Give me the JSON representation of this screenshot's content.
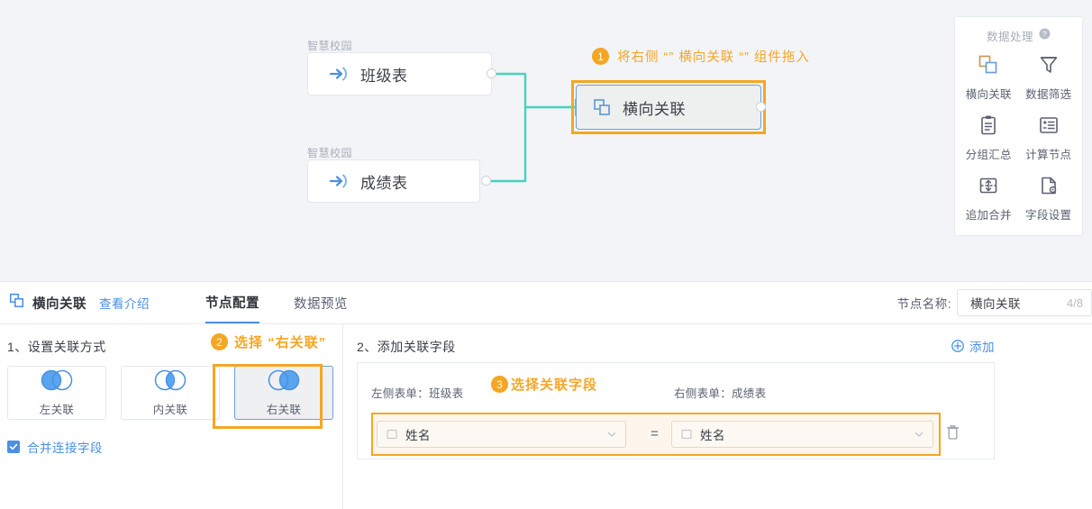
{
  "canvas": {
    "nodes": [
      {
        "caption": "智慧校园",
        "label": "班级表",
        "icon": "import-arrow-icon"
      },
      {
        "caption": "智慧校园",
        "label": "成绩表",
        "icon": "import-arrow-icon"
      }
    ],
    "process_node": {
      "label": "横向关联",
      "icon": "horizontal-join-icon"
    },
    "annotation1": {
      "badge": "1",
      "text": "将右侧 “” 横向关联 “” 组件拖入"
    }
  },
  "tools_panel": {
    "title": "数据处理",
    "help_icon": "help-icon",
    "items": [
      {
        "label": "横向关联",
        "icon": "horizontal-join-icon"
      },
      {
        "label": "数据筛选",
        "icon": "filter-funnel-icon"
      },
      {
        "label": "分组汇总",
        "icon": "clipboard-icon"
      },
      {
        "label": "计算节点",
        "icon": "calculate-list-icon"
      },
      {
        "label": "追加合并",
        "icon": "append-merge-icon"
      },
      {
        "label": "字段设置",
        "icon": "document-gear-icon"
      }
    ]
  },
  "bottom": {
    "header": {
      "icon": "horizontal-join-icon",
      "title": "横向关联",
      "intro_link": "查看介绍",
      "tabs": [
        {
          "label": "节点配置",
          "active": true
        },
        {
          "label": "数据预览",
          "active": false
        }
      ],
      "node_name_label": "节点名称:",
      "node_name_value": "横向关联",
      "node_name_count": "4/8"
    },
    "section1": {
      "title": "1、设置关联方式",
      "annotation2": {
        "badge": "2",
        "text": "选择 “右关联”"
      },
      "options": [
        {
          "label": "左关联",
          "venn": "left"
        },
        {
          "label": "内关联",
          "venn": "inner"
        },
        {
          "label": "右关联",
          "venn": "right",
          "selected": true
        }
      ],
      "merge_checkbox": {
        "label": "合并连接字段",
        "checked": true
      }
    },
    "section2": {
      "title": "2、添加关联字段",
      "add_label": "添加",
      "add_icon": "plus-circle-icon",
      "annotation3": {
        "badge": "3",
        "text": "选择关联字段"
      },
      "left_table_label": "左侧表单：班级表",
      "right_table_label": "右侧表单：成绩表",
      "pair": {
        "left_field": "姓名",
        "operator": "=",
        "right_field": "姓名",
        "field_icon": "field-box-icon",
        "chevron": "chevron-down-icon",
        "delete_icon": "trash-icon"
      }
    }
  },
  "colors": {
    "accent_orange": "#f5a623",
    "accent_blue": "#4a90e2",
    "connector_teal": "#45d3bd",
    "canvas_bg": "#f2f4f8"
  }
}
